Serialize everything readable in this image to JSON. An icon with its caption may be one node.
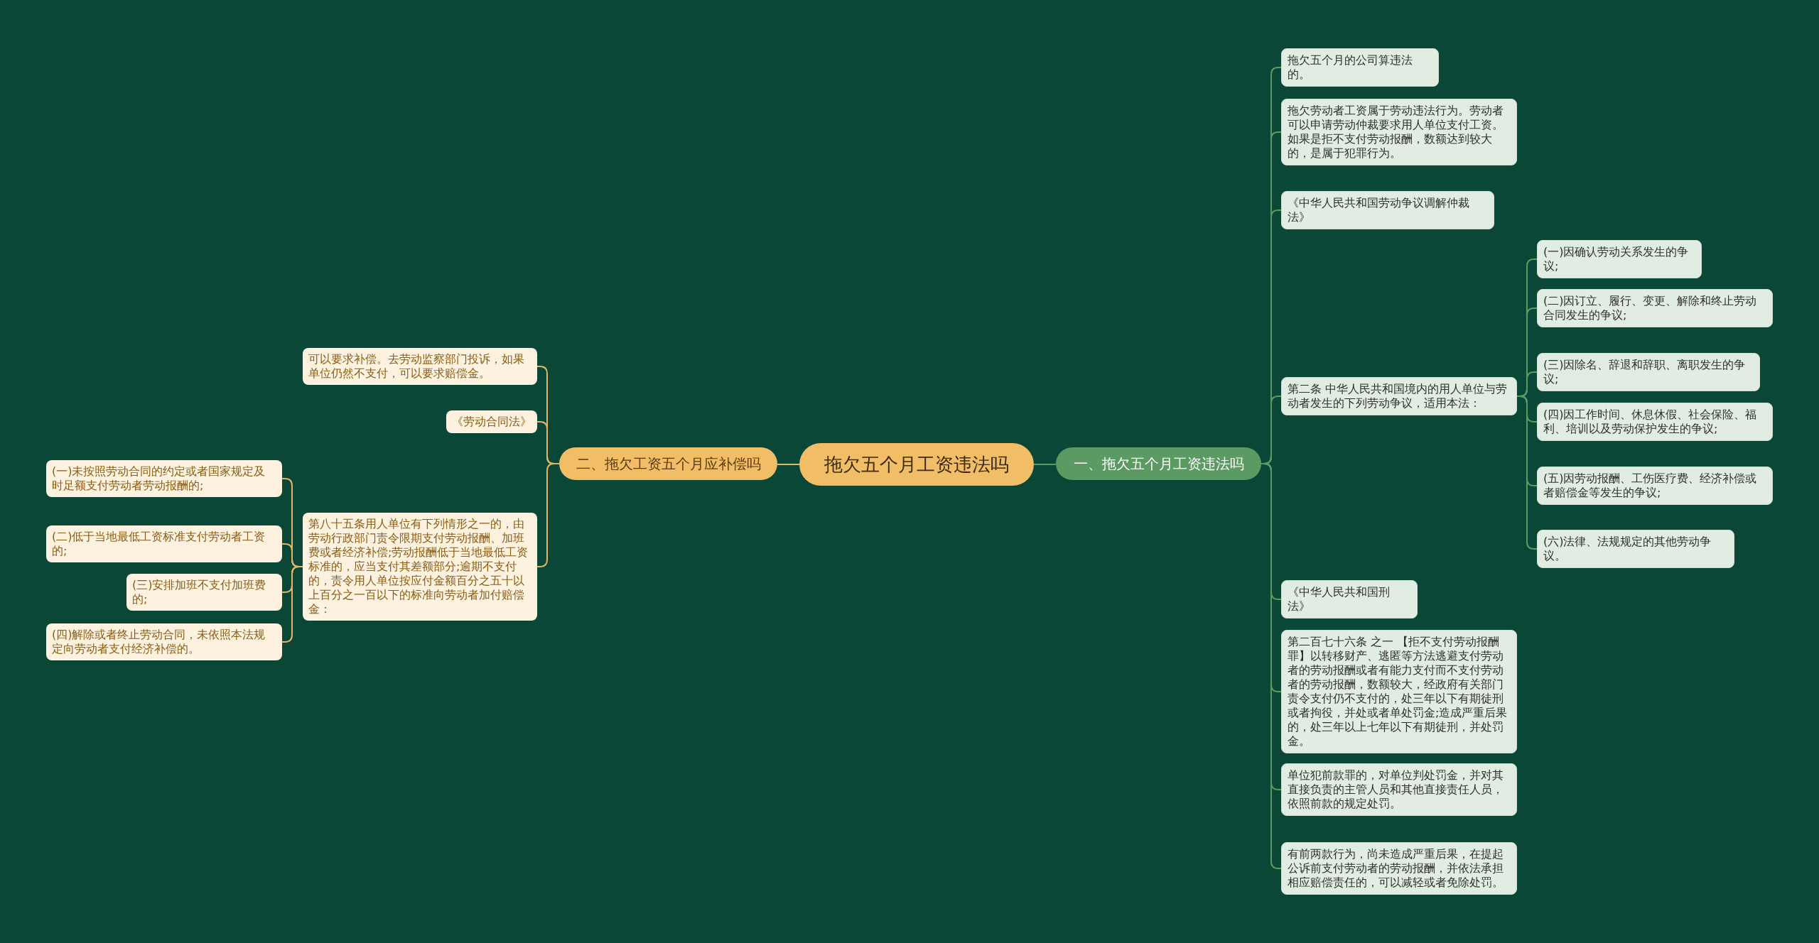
{
  "diagram": {
    "nodes": [
      {
        "text": [
          "拖欠五个月工资违法吗"
        ]
      },
      {
        "text": [
          "一、拖欠五个月工资违法吗"
        ]
      },
      {
        "text": [
          "二、拖欠工资五个月应补偿吗"
        ]
      },
      {
        "text": [
          "拖欠五个月的公司算违法的。"
        ]
      },
      {
        "text": [
          "拖欠劳动者工资属于劳动违法行为。劳动者可以申请劳动仲裁要求用人单位支付工资。如果是拒不支付劳动报酬，数额达到较大的，是属于犯罪行为。"
        ]
      },
      {
        "text": [
          "《中华人民共和国劳动争议调解仲裁法》"
        ]
      },
      {
        "text": [
          "第二条 中华人民共和国境内的用人单位与劳动者发生的下列劳动争议，适用本法："
        ]
      },
      {
        "text": [
          "(一)因确认劳动关系发生的争议;"
        ]
      },
      {
        "text": [
          "(二)因订立、履行、变更、解除和终止劳动合同发生的争议;"
        ]
      },
      {
        "text": [
          "(三)因除名、辞退和辞职、离职发生的争议;"
        ]
      },
      {
        "text": [
          "(四)因工作时间、休息休假、社会保险、福利、培训以及劳动保护发生的争议;"
        ]
      },
      {
        "text": [
          "(五)因劳动报酬、工伤医疗费、经济补偿或者赔偿金等发生的争议;"
        ]
      },
      {
        "text": [
          "(六)法律、法规规定的其他劳动争议。"
        ]
      },
      {
        "text": [
          "《中华人民共和国刑法》"
        ]
      },
      {
        "text": [
          "第二百七十六条 之一 【拒不支付劳动报酬罪】以转移财产、逃匿等方法逃避支付劳动者的劳动报酬或者有能力支付而不支付劳动者的劳动报酬，数额较大，经政府有关部门责令支付仍不支付的，处三年以下有期徒刑或者拘役，并处或者单处罚金;造成严重后果的，处三年以上七年以下有期徒刑，并处罚金。"
        ]
      },
      {
        "text": [
          "单位犯前款罪的，对单位判处罚金，并对其直接负责的主管人员和其他直接责任人员，依照前款的规定处罚。"
        ]
      },
      {
        "text": [
          "有前两款行为，尚未造成严重后果，在提起公诉前支付劳动者的劳动报酬，并依法承担相应赔偿责任的，可以减轻或者免除处罚。"
        ]
      },
      {
        "text": [
          "可以要求补偿。去劳动监察部门投诉，如果单位仍然不支付，可以要求赔偿金。"
        ]
      },
      {
        "text": [
          "《劳动合同法》"
        ]
      },
      {
        "text": [
          "第八十五条用人单位有下列情形之一的，由劳动行政部门责令限期支付劳动报酬、加班费或者经济补偿;劳动报酬低于当地最低工资标准的，应当支付其差额部分;逾期不支付的，责令用人单位按应付金额百分之五十以上百分之一百以下的标准向劳动者加付赔偿金："
        ]
      },
      {
        "text": [
          "(一)未按照劳动合同的约定或者国家规定及时足额支付劳动者劳动报酬的;"
        ]
      },
      {
        "text": [
          "(二)低于当地最低工资标准支付劳动者工资的;"
        ]
      },
      {
        "text": [
          "(三)安排加班不支付加班费的;"
        ]
      },
      {
        "text": [
          "(四)解除或者终止劳动合同，未依照本法规定向劳动者支付经济补偿的。"
        ]
      }
    ],
    "edges": [
      {
        "from": 0,
        "to": 1,
        "arrow": "none"
      },
      {
        "from": 0,
        "to": 2,
        "arrow": "none",
        "color": "#e3b564"
      },
      {
        "from": 1,
        "to": 3,
        "arrow": "none"
      },
      {
        "from": 1,
        "to": 4,
        "arrow": "none"
      },
      {
        "from": 1,
        "to": 5,
        "arrow": "none"
      },
      {
        "from": 1,
        "to": 6,
        "arrow": "none"
      },
      {
        "from": 6,
        "to": 7,
        "arrow": "none"
      },
      {
        "from": 6,
        "to": 8,
        "arrow": "none"
      },
      {
        "from": 6,
        "to": 9,
        "arrow": "none"
      },
      {
        "from": 6,
        "to": 10,
        "arrow": "none"
      },
      {
        "from": 6,
        "to": 11,
        "arrow": "none"
      },
      {
        "from": 6,
        "to": 12,
        "arrow": "none"
      },
      {
        "from": 1,
        "to": 13,
        "arrow": "none"
      },
      {
        "from": 1,
        "to": 14,
        "arrow": "none"
      },
      {
        "from": 1,
        "to": 15,
        "arrow": "none"
      },
      {
        "from": 1,
        "to": 16,
        "arrow": "none"
      },
      {
        "from": 2,
        "to": 17,
        "arrow": "none",
        "color": "#e3b564"
      },
      {
        "from": 2,
        "to": 18,
        "arrow": "none",
        "color": "#e3b564"
      },
      {
        "from": 2,
        "to": 19,
        "arrow": "none",
        "color": "#e3b564"
      },
      {
        "from": 19,
        "to": 20,
        "arrow": "none",
        "color": "#e3b564"
      },
      {
        "from": 19,
        "to": 21,
        "arrow": "none",
        "color": "#e3b564"
      },
      {
        "from": 19,
        "to": 22,
        "arrow": "none",
        "color": "#e3b564"
      },
      {
        "from": 19,
        "to": 23,
        "arrow": "none",
        "color": "#e3b564"
      }
    ]
  }
}
